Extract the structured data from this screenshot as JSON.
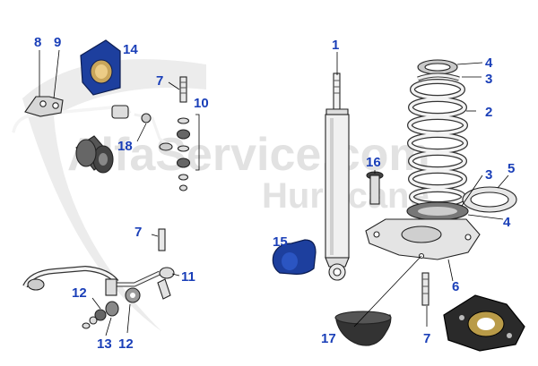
{
  "watermark": {
    "line1": "AlfaService.com",
    "line2": "Hurricane"
  },
  "colors": {
    "callout_text": "#1a3fb8",
    "bush_blue": "#1d3f9e",
    "watermark": "#d9d9d9"
  },
  "callouts": {
    "c1": "1",
    "c2": "2",
    "c3a": "3",
    "c3b": "3",
    "c4a": "4",
    "c4b": "4",
    "c5": "5",
    "c6": "6",
    "c7a": "7",
    "c7b": "7",
    "c7c": "7",
    "c8": "8",
    "c9": "9",
    "c10": "10",
    "c11": "11",
    "c12a": "12",
    "c12b": "12",
    "c13": "13",
    "c14": "14",
    "c15": "15",
    "c16": "16",
    "c17": "17",
    "c18": "18"
  }
}
